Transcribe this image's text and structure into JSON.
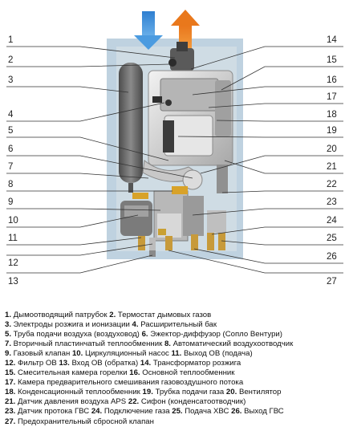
{
  "callouts_left": [
    "1",
    "2",
    "3",
    "4",
    "5",
    "6",
    "7",
    "8",
    "9",
    "10",
    "11",
    "12",
    "13"
  ],
  "callouts_right": [
    "14",
    "15",
    "16",
    "17",
    "18",
    "19",
    "20",
    "21",
    "22",
    "23",
    "24",
    "25",
    "26",
    "27"
  ],
  "legend": [
    [
      [
        "1. ",
        "Дымоотводящий патрубок"
      ],
      [
        "2. ",
        "Термостат дымовых газов"
      ]
    ],
    [
      [
        "3. ",
        "Электроды розжига и ионизации"
      ],
      [
        "4. ",
        "Расширительный бак"
      ]
    ],
    [
      [
        "5. ",
        "Труба подачи воздуха (воздуховод)"
      ],
      [
        "6. ",
        "Эжектор-диффузор (Сопло Вентури)"
      ]
    ],
    [
      [
        "7. ",
        "Вторичный пластинчатый теплообменник"
      ],
      [
        "8. ",
        "Автоматический воздухоотводчик"
      ]
    ],
    [
      [
        "9. ",
        "Газовый клапан"
      ],
      [
        "10. ",
        "Циркуляционный насос"
      ],
      [
        "11. ",
        "Выход ОВ (подача)"
      ]
    ],
    [
      [
        "12. ",
        "Фильтр ОВ"
      ],
      [
        "13. ",
        "Вход ОВ (обратка)"
      ],
      [
        "14. ",
        "Трансформатор розжига"
      ]
    ],
    [
      [
        "15. ",
        "Смесительная камера горелки"
      ],
      [
        "16. ",
        "Основной теплообменник"
      ]
    ],
    [
      [
        "17. ",
        "Камера предварительного смешивания газовоздушного потока"
      ]
    ],
    [
      [
        "18. ",
        "Конденсационный теплообменник"
      ],
      [
        "19. ",
        "Трубка подачи газа"
      ],
      [
        "20. ",
        "Вентилятор"
      ]
    ],
    [
      [
        "21. ",
        "Датчик давления воздуха APS"
      ],
      [
        "22. ",
        "Сифон (конденсатоотводчик)"
      ]
    ],
    [
      [
        "23. ",
        "Датчик протока ГВС"
      ],
      [
        "24. ",
        "Подключение газа"
      ],
      [
        "25. ",
        "Подача ХВС"
      ],
      [
        "26. ",
        "Выход ГВС"
      ]
    ],
    [
      [
        "27. ",
        "Предохранительный сбросной клапан"
      ]
    ]
  ],
  "colors": {
    "panel": "#bdd0de",
    "inner": "#d9e1e6",
    "inlet_arrow": "#3f8fd2",
    "outlet_arrow": "#f08a24",
    "vessel": "#6e6e6e"
  }
}
